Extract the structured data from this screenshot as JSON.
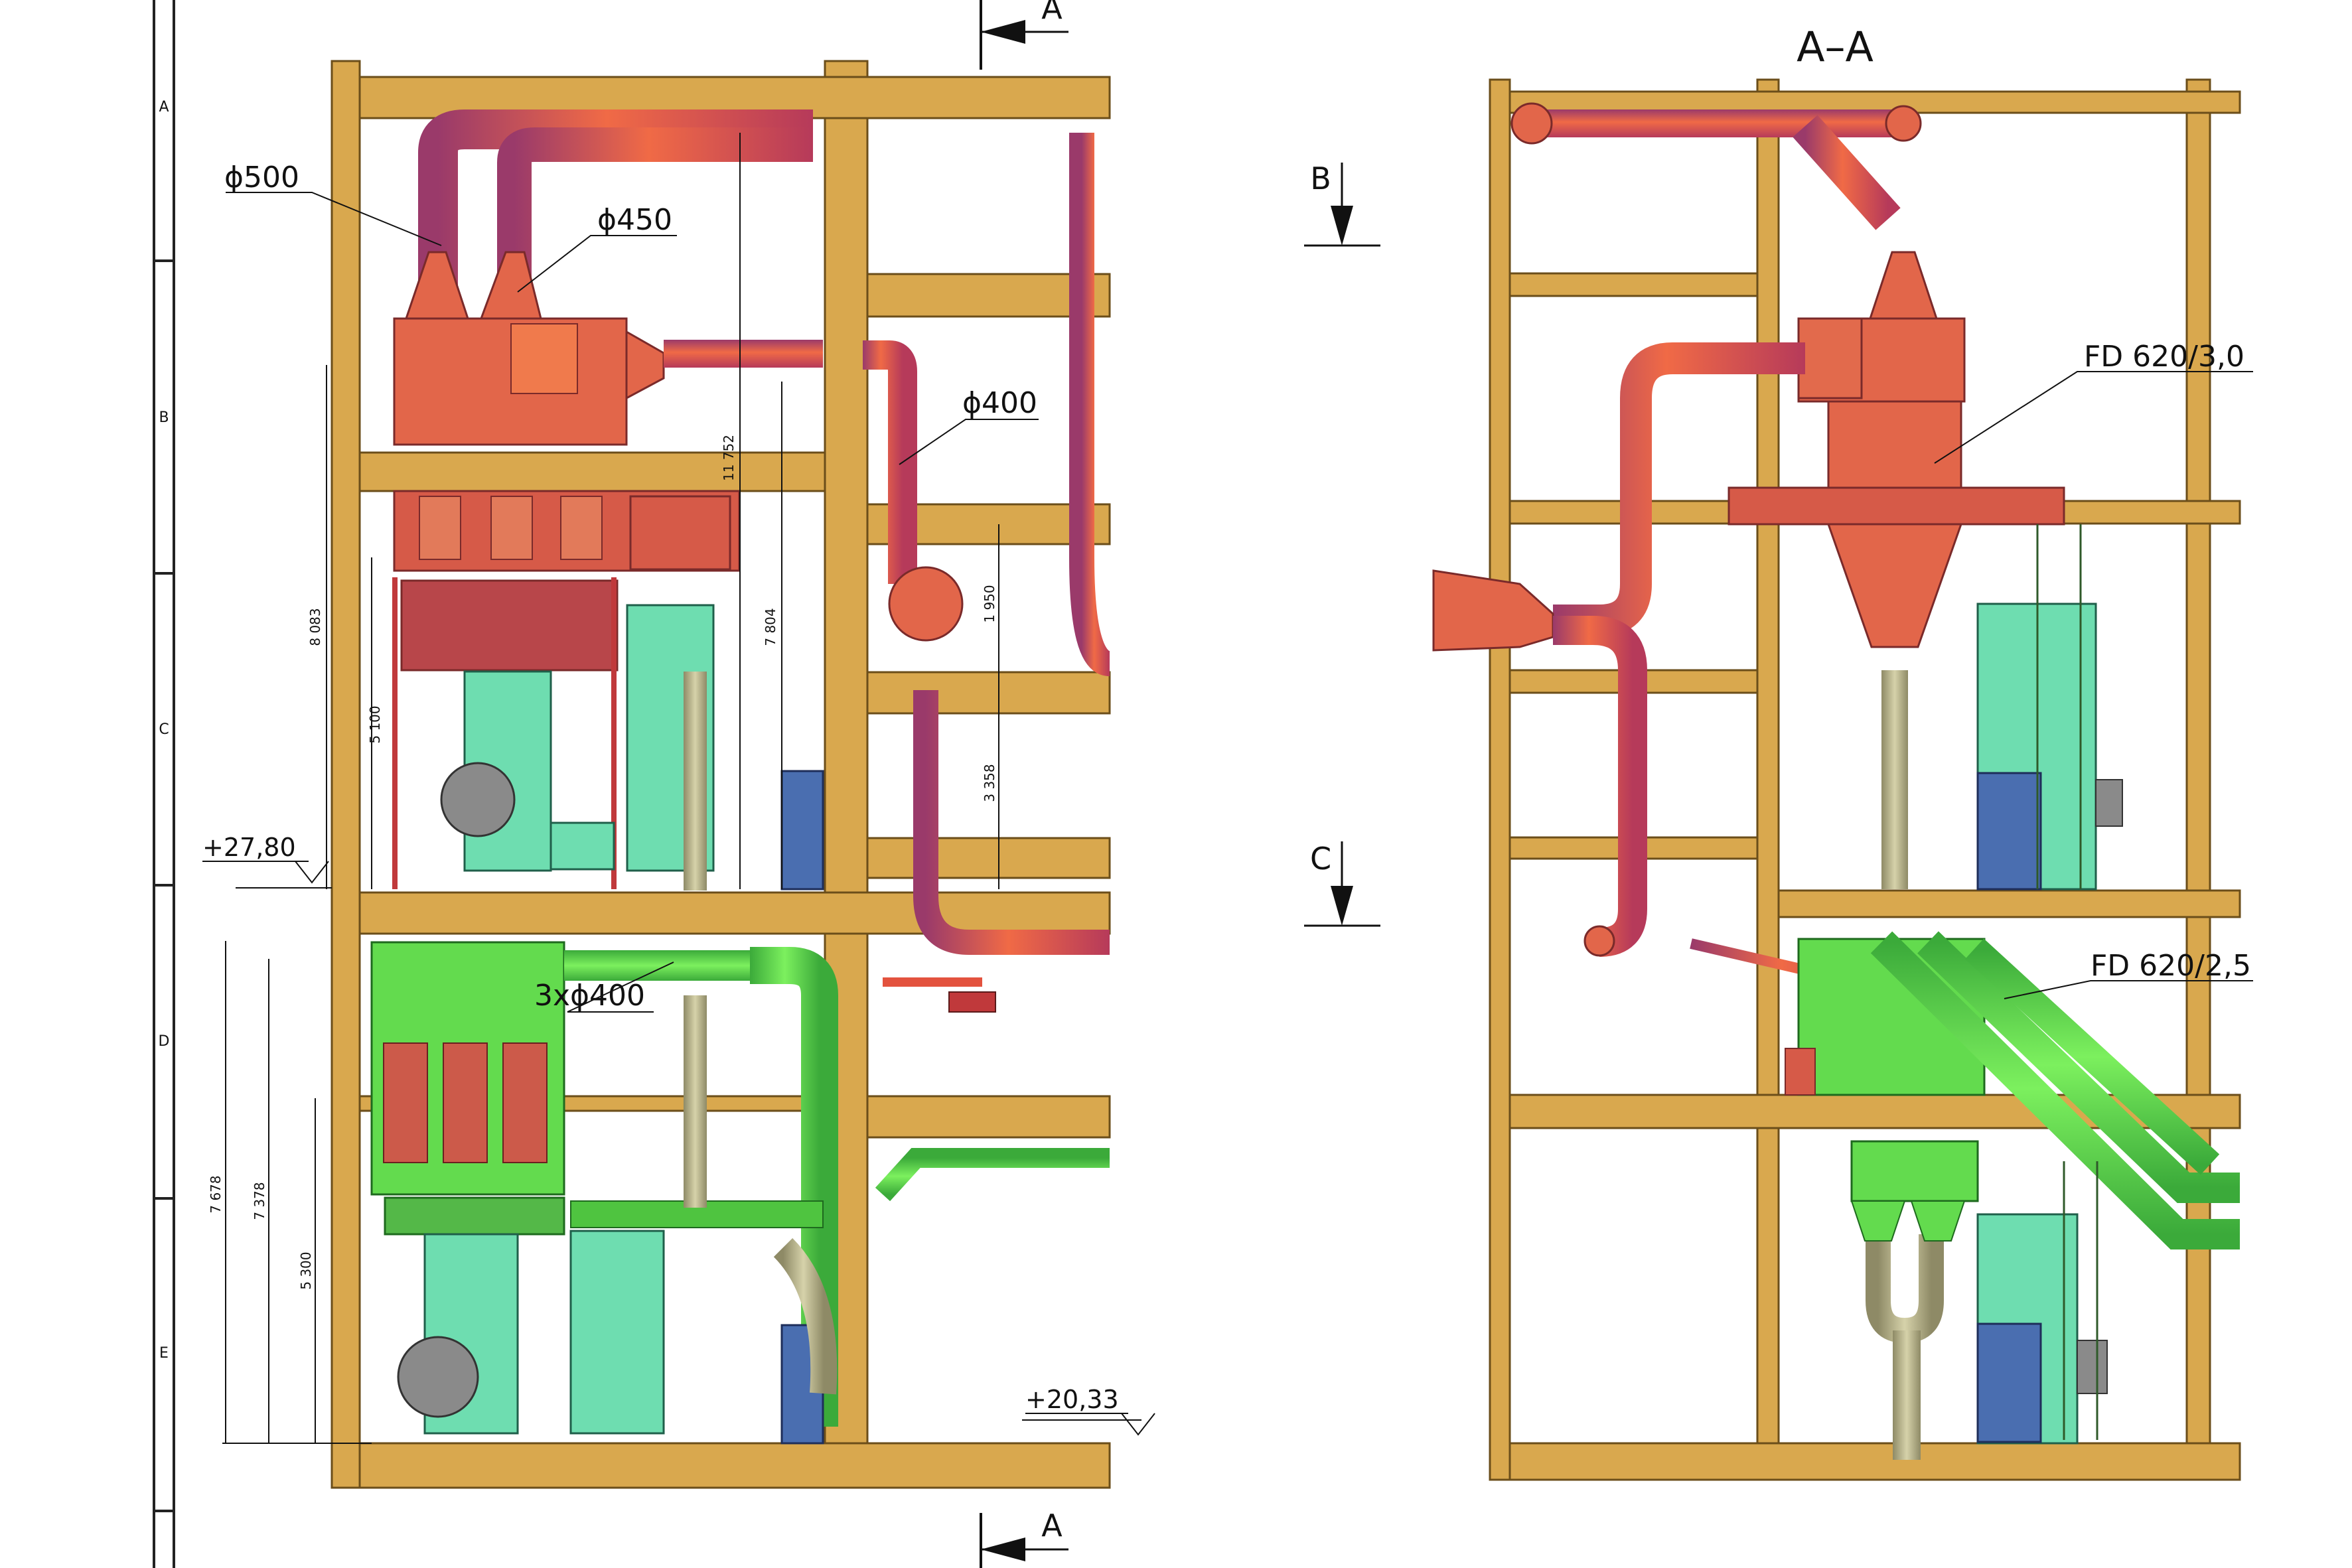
{
  "border_zones": [
    "A",
    "B",
    "C",
    "D",
    "E"
  ],
  "section_marks": {
    "top": "A",
    "bottom": "A",
    "left": "B",
    "lower": "C"
  },
  "section_title": "A–A",
  "diameters": {
    "d500": "ϕ500",
    "d450": "ϕ450",
    "d400": "ϕ400",
    "d3x400": "3xϕ400"
  },
  "levels": {
    "upper": "+27,80",
    "lower": "+20,33"
  },
  "dimensions": {
    "d11752": "11 752",
    "d8083": "8 083",
    "d7804": "7 804",
    "d5100": "5 100",
    "d1950": "1 950",
    "d3358": "3 358",
    "d7678": "7 678",
    "d7378": "7 378",
    "d5300": "5 300"
  },
  "equipment": {
    "fd30": "FD 620/3,0",
    "fd25": "FD 620/2,5"
  },
  "colors": {
    "steel": "#D9A84E",
    "red": "#E2664A",
    "red_dark": "#B8464A",
    "pipe_red": "#E3523E",
    "green": "#63DB4E",
    "teal": "#6EDDB0",
    "blue": "#4A6EB0",
    "tan": "#B8B48A"
  }
}
